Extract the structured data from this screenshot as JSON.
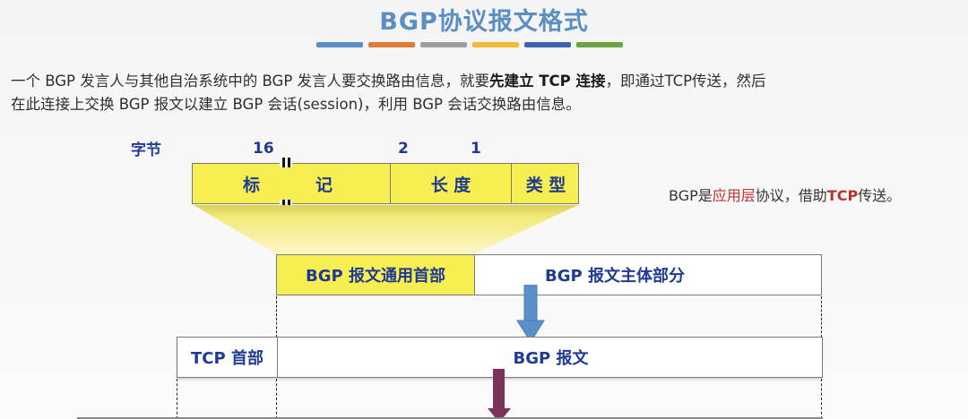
{
  "header": {
    "title": "BGP协议报文格式",
    "color_bars": [
      "#5b8fc9",
      "#e07a3a",
      "#9e9e9e",
      "#f2b935",
      "#3b64ad",
      "#6aa342"
    ]
  },
  "intro": {
    "line1_a": "一个 BGP 发言人与其他自治系统中的 BGP 发言人要交换路由信息，就要",
    "line1_bold": "先建立 TCP 连接",
    "line1_b": "，即通过TCP传送，然后",
    "line2": "在此连接上交换 BGP 报文以建立 BGP 会话(session)，利用 BGP 会话交换路由信息。"
  },
  "header_format": {
    "bytes_label": "字节",
    "field_sizes": [
      "16",
      "2",
      "1"
    ],
    "fields": [
      {
        "name": "marker",
        "label": "标　　记"
      },
      {
        "name": "length",
        "label": "长 度"
      },
      {
        "name": "type",
        "label": "类 型"
      }
    ]
  },
  "note": {
    "prefix": "BGP是",
    "highlight1": "应用层",
    "middle": "协议，借助",
    "highlight2": "TCP",
    "suffix": "传送。"
  },
  "bgp_message": {
    "common_header": "BGP 报文通用首部",
    "body": "BGP 报文主体部分"
  },
  "tcp_segment": {
    "header": "TCP 首部",
    "payload": "BGP 报文"
  },
  "colors": {
    "title": "#5b8fc2",
    "label_blue": "#1f3a93",
    "field_yellow": "#f7ef52",
    "arrow_blue": "#5b8fc9",
    "arrow_maroon": "#7b3358",
    "highlight_red": "#c0302c"
  }
}
